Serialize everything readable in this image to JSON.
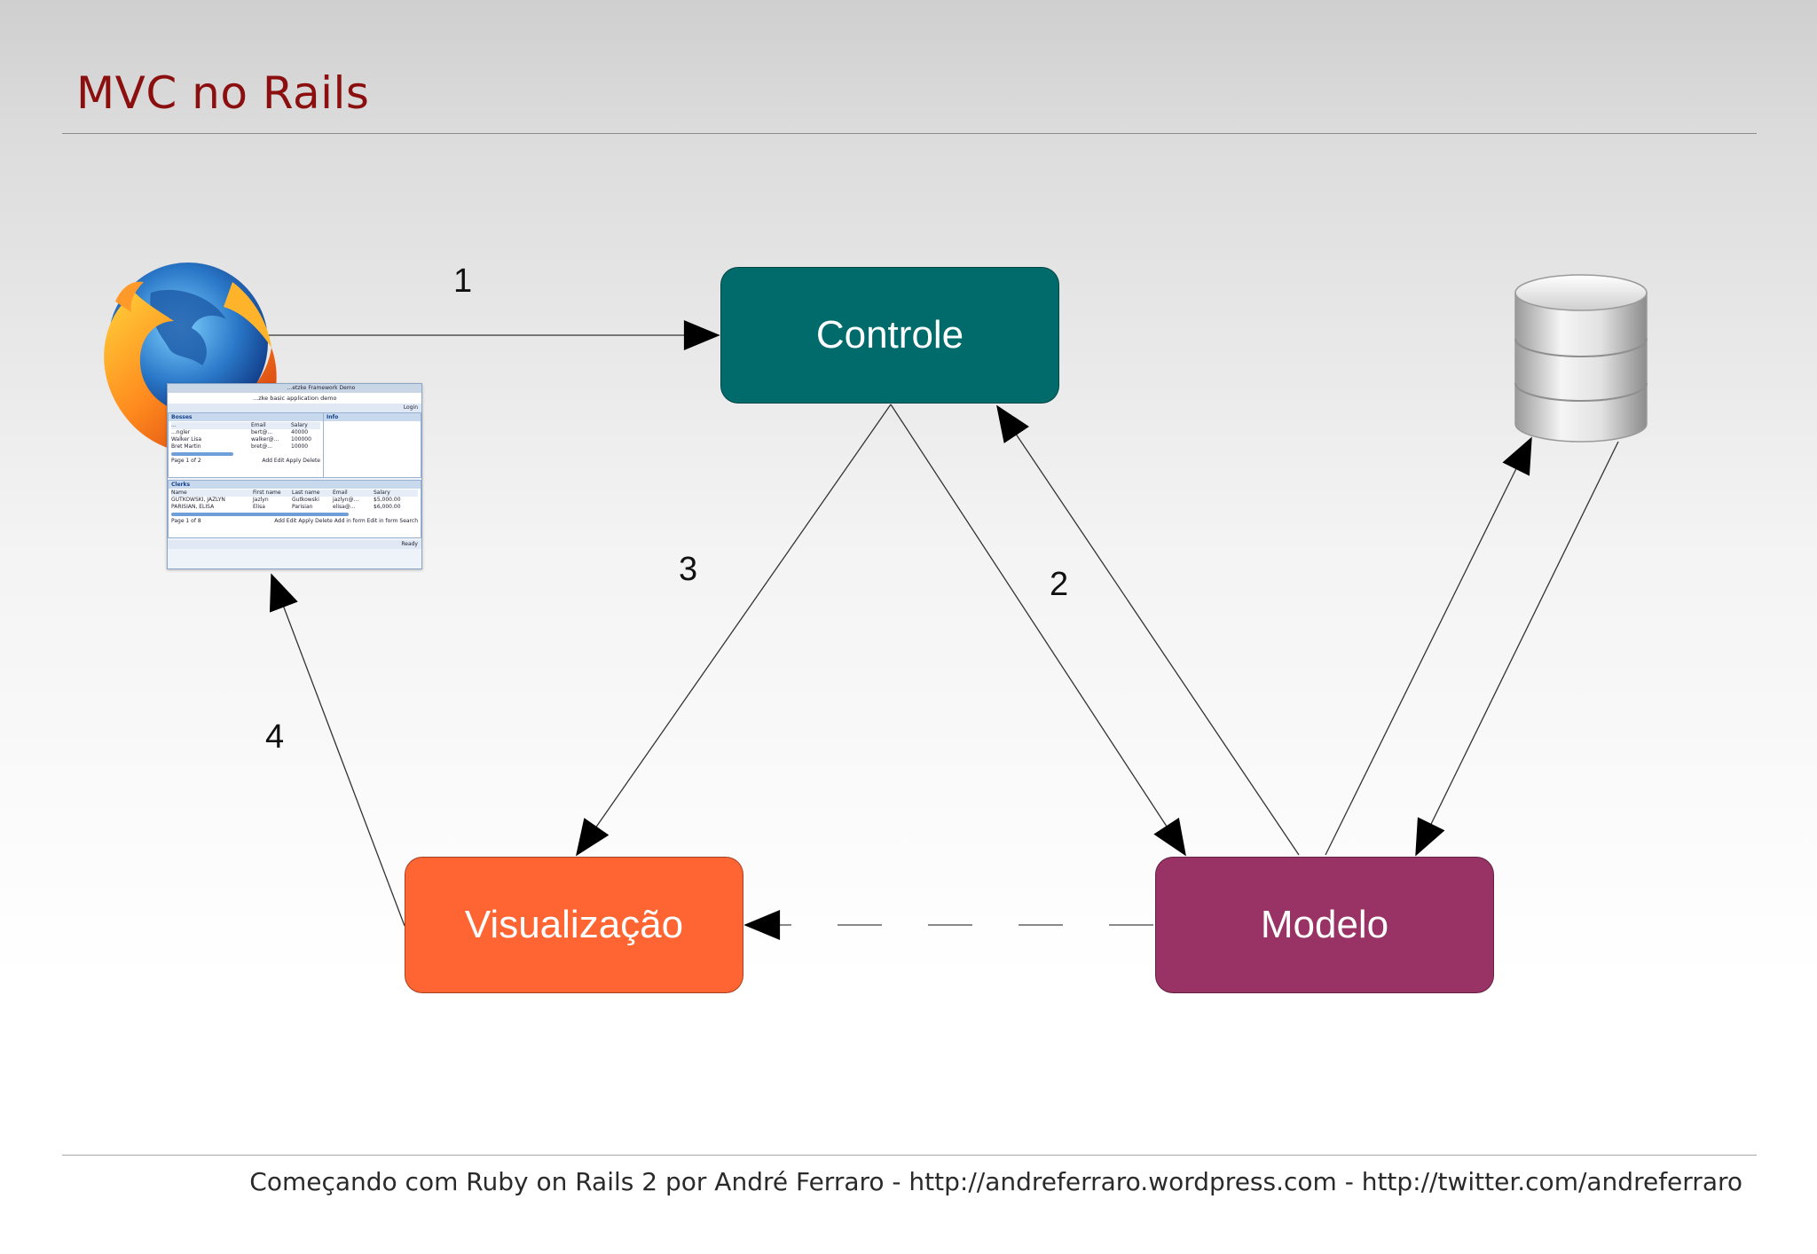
{
  "slide": {
    "title": "MVC no Rails",
    "footer": "Começando com Ruby on Rails 2 por André Ferraro - http://andreferraro.wordpress.com - http://twitter.com/andreferraro"
  },
  "diagram": {
    "nodes": {
      "controle": "Controle",
      "visualizacao": "Visualização",
      "modelo": "Modelo"
    },
    "steps": [
      "1",
      "2",
      "3",
      "4"
    ],
    "icons": [
      "firefox-browser-icon",
      "database-icon",
      "app-screenshot-thumbnail"
    ],
    "colors": {
      "title": "#8b0f0f",
      "controle": "#016b6b",
      "visualizacao": "#ff6533",
      "modelo": "#993366"
    }
  },
  "thumbnail": {
    "window_title": "...etzke Framework Demo",
    "subtitle": "...zke basic application demo",
    "login": "Login",
    "panel_title": "Bosses",
    "side_panel": "Info",
    "table1": {
      "headers": [
        "...",
        "Email",
        "Salary"
      ],
      "rows": [
        [
          "...ngler",
          "bert@...",
          "40000"
        ],
        [
          "Walker   Lisa",
          "walker@...",
          "100000"
        ],
        [
          "Bret     Martin",
          "bret@...",
          "10000"
        ]
      ]
    },
    "pager1": "Page 1   of 2",
    "actions1": "Add   Edit   Apply   Delete",
    "panel2_title": "Clerks",
    "table2": {
      "headers": [
        "Name",
        "First name",
        "Last name",
        "Email",
        "Salary"
      ],
      "rows": [
        [
          "GUTKOWSKI, JAZLYN",
          "Jazlyn",
          "Gutkowski",
          "jazlyn@...",
          "$5,000.00"
        ],
        [
          "PARISIAN, ELISA",
          "Elisa",
          "Parisian",
          "elisa@...",
          "$6,000.00"
        ]
      ]
    },
    "pager2": "Page 1   of 8",
    "actions2": "Add   Edit   Apply   Delete   Add in form   Edit in form   Search",
    "status": "Ready"
  }
}
